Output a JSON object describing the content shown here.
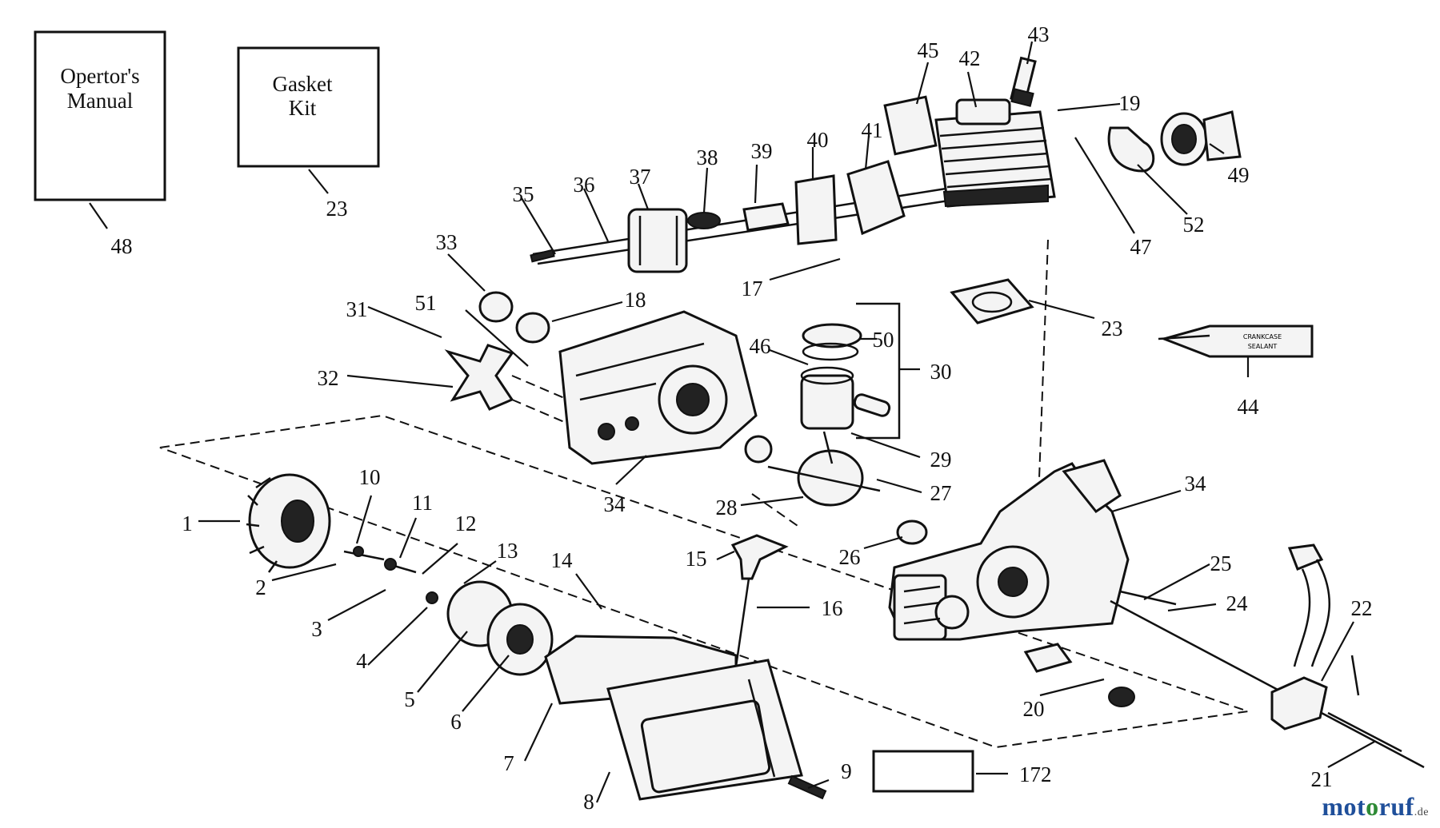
{
  "boxes": {
    "manual_lines": [
      "Opertor's",
      "Manual"
    ],
    "manual_number": "48",
    "gasket_lines": [
      "Gasket",
      "Kit"
    ],
    "gasket_number": "23",
    "sealant_lines": [
      "CRANKCASE",
      "SEALANT"
    ],
    "blank_label_number": "172"
  },
  "parts": [
    "1",
    "2",
    "3",
    "4",
    "5",
    "6",
    "7",
    "8",
    "9",
    "10",
    "11",
    "12",
    "13",
    "14",
    "15",
    "16",
    "17",
    "18",
    "19",
    "20",
    "21",
    "22",
    "23",
    "24",
    "25",
    "26",
    "27",
    "28",
    "29",
    "30",
    "31",
    "32",
    "33",
    "34",
    "34",
    "35",
    "36",
    "37",
    "38",
    "39",
    "40",
    "41",
    "42",
    "43",
    "44",
    "45",
    "46",
    "47",
    "49",
    "50",
    "51",
    "52"
  ],
  "brand": {
    "part1": "mot",
    "part2": "o",
    "part3": "ruf",
    "part4": ".de"
  }
}
